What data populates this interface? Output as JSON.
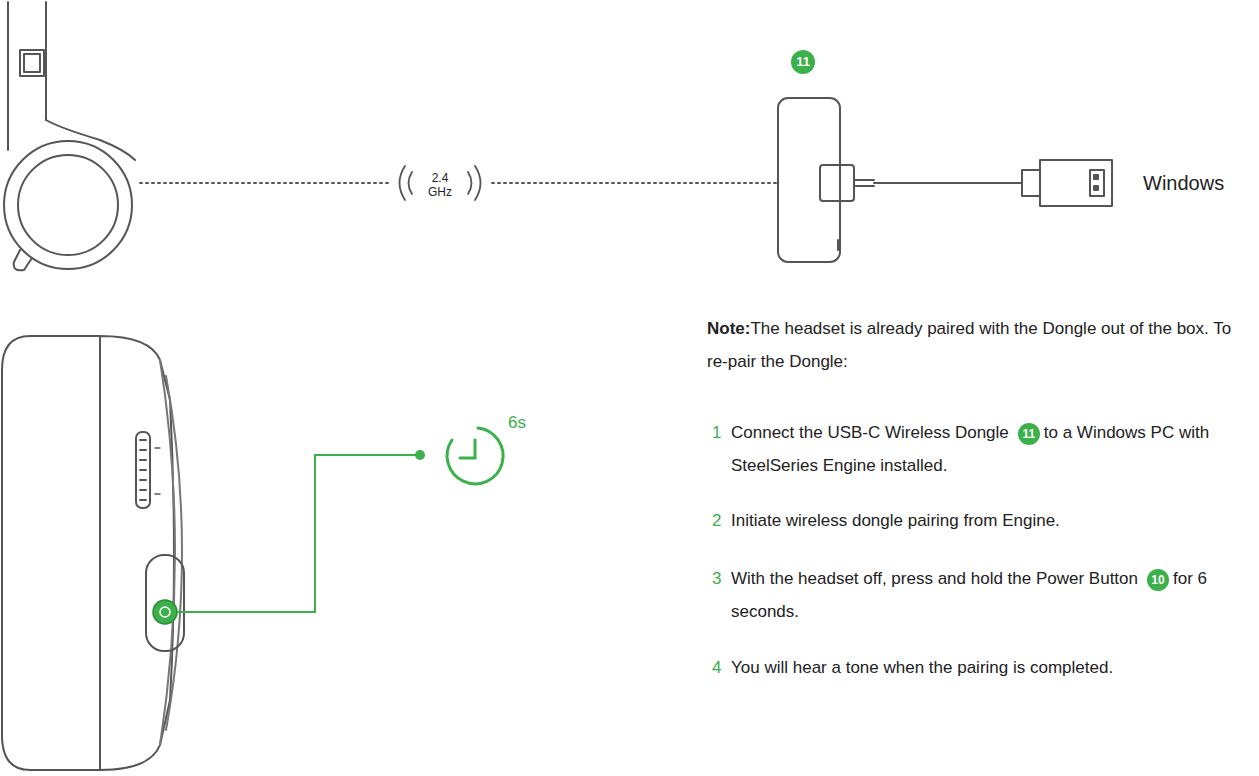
{
  "diagram": {
    "labels": [
      "11",
      "2.4",
      "GHz",
      "Windows",
      "6s",
      "Note:",
      "The headset is already paired with the Dongle out of the box. To re-pair the Dongle:",
      "1",
      "Connect the USB-C Wireless Dongle",
      "11",
      "to a Windows PC with SteelSeries Engine installed.",
      "2",
      "Initiate wireless dongle pairing from Engine.",
      "3",
      "With the headset off, press and hold the Power Button",
      "10",
      "for 6 seconds.",
      "4",
      "You will hear a tone when the pairing is completed."
    ]
  }
}
